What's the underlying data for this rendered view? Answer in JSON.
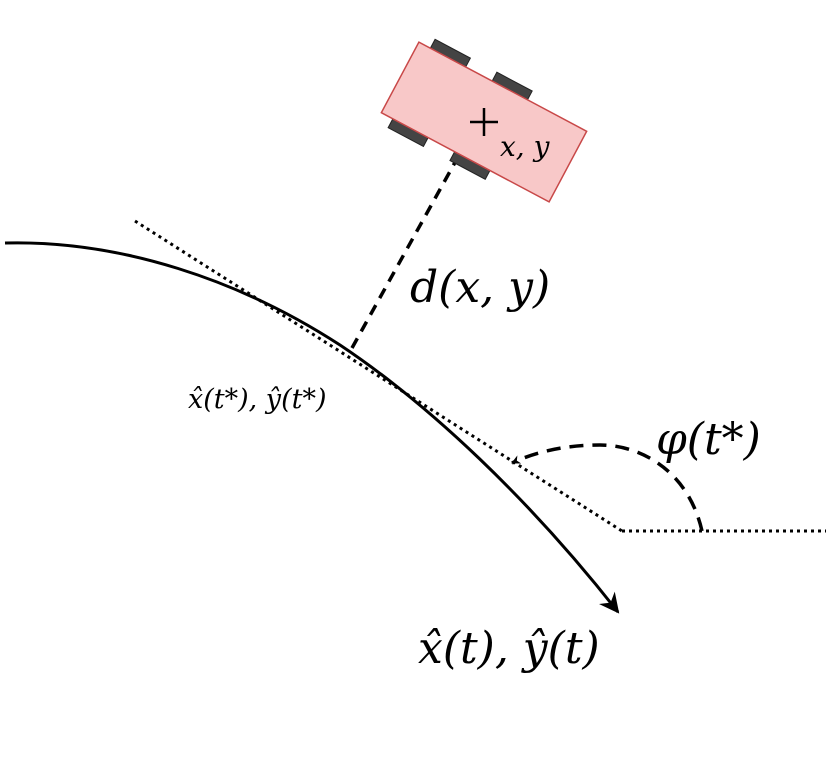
{
  "labels": {
    "car_position": "x, y",
    "distance": "d(x, y)",
    "closest_point": "x̂(t*), ŷ(t*)",
    "heading_angle": "φ(t*)",
    "path": "x̂(t), ŷ(t)"
  },
  "colors": {
    "car_body_fill": "#f8c8c8",
    "car_body_stroke": "#c84848",
    "wheel": "#444444",
    "ink": "#000000"
  }
}
